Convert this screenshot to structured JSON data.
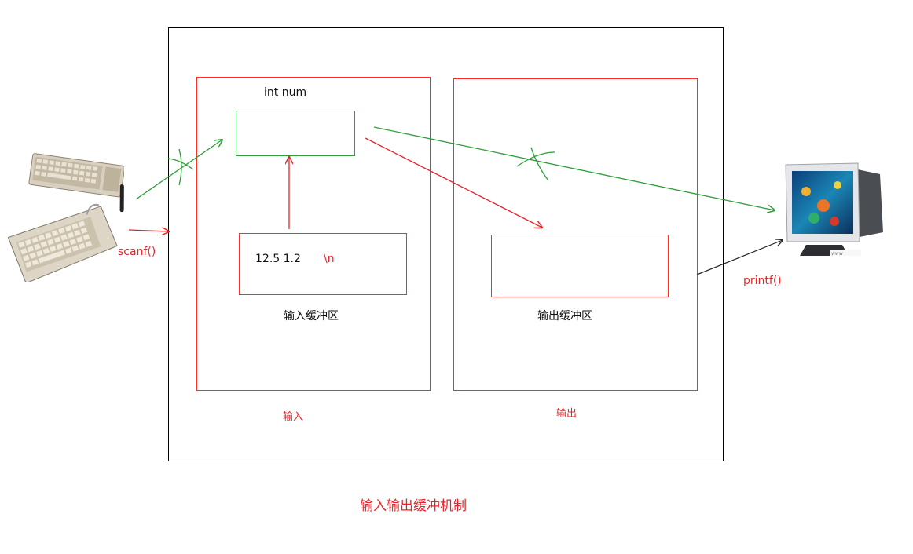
{
  "diagram": {
    "title": "输入输出缓冲机制",
    "input_region_label": "输入",
    "output_region_label": "输出",
    "variable_label": "int num",
    "input_buffer": {
      "label": "输入缓冲区",
      "content": "12.5 1.2",
      "newline": "\\n"
    },
    "output_buffer": {
      "label": "输出缓冲区"
    },
    "scanf_label": "scanf()",
    "printf_label": "printf()",
    "colors": {
      "red": "#e8242a",
      "green": "#2f9e3a",
      "black": "#000000"
    },
    "icons": [
      "keyboard-icon",
      "monitor-icon"
    ]
  }
}
